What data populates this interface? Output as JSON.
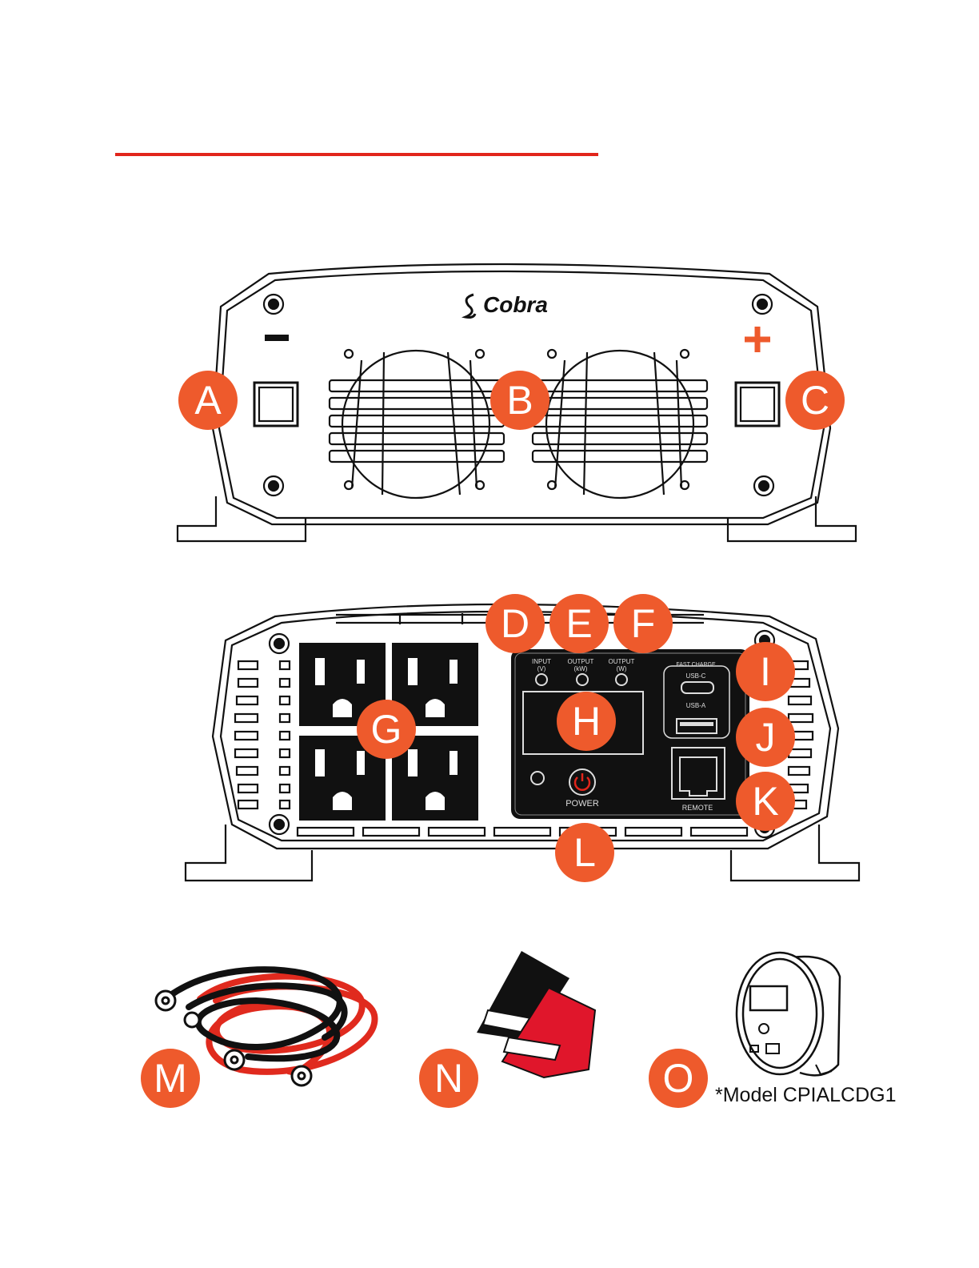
{
  "colors": {
    "accent": "#e1251b",
    "callout": "#ee5a2c",
    "line": "#111111",
    "red_cable": "#e02a1e"
  },
  "front_panel": {
    "logo_text": "Cobra",
    "negative_symbol": "−",
    "positive_symbol": "+"
  },
  "rear_panel": {
    "display_labels": {
      "input": "INPUT",
      "input_unit": "(V)",
      "output_kw": "OUTPUT",
      "output_kw_unit": "(kW)",
      "output_w": "OUTPUT",
      "output_w_unit": "(W)"
    },
    "fast_charge": "FAST CHARGE",
    "usb_c": "USB-C",
    "usb_a": "USB-A",
    "power": "POWER",
    "remote": "REMOTE"
  },
  "callouts": {
    "a": "A",
    "b": "B",
    "c": "C",
    "d": "D",
    "e": "E",
    "f": "F",
    "g": "G",
    "h": "H",
    "i": "I",
    "j": "J",
    "k": "K",
    "l": "L",
    "m": "M",
    "n": "N",
    "o": "O"
  },
  "model_note": "*Model CPIALCDG1"
}
